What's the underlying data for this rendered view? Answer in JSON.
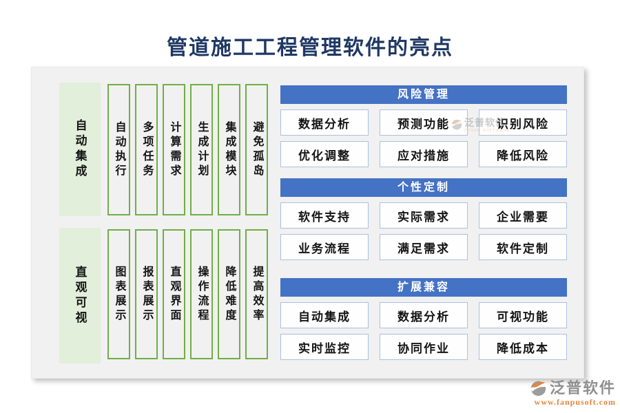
{
  "title": "管道施工工程管理软件的亮点",
  "left_groups": [
    {
      "label": "自动集成",
      "items": [
        "自动执行",
        "多项任务",
        "计算需求",
        "生成计划",
        "集成模块",
        "避免孤岛"
      ]
    },
    {
      "label": "直观可视",
      "items": [
        "图表展示",
        "报表展示",
        "直观界面",
        "操作流程",
        "降低难度",
        "提高效率"
      ]
    }
  ],
  "right_sections": [
    {
      "title": "风险管理",
      "items": [
        "数据分析",
        "预测功能",
        "识别风险",
        "优化调整",
        "应对措施",
        "降低风险"
      ]
    },
    {
      "title": "个性定制",
      "items": [
        "软件支持",
        "实际需求",
        "企业需要",
        "业务流程",
        "满足需求",
        "软件定制"
      ]
    },
    {
      "title": "扩展兼容",
      "items": [
        "自动集成",
        "数据分析",
        "可视功能",
        "实时监控",
        "协同作业",
        "降低成本"
      ]
    }
  ],
  "watermark": {
    "brand": "泛普软件",
    "subtitle": "FANPU SOFTWARE"
  },
  "footer": {
    "brand": "泛普软件",
    "url": "www.fanpusoft.com"
  },
  "colors": {
    "title": "#1f3864",
    "section_header_bg": "#4472c4",
    "button_border": "#a9c0e2",
    "green_fill": "#e2efda",
    "green_border": "#6fae46",
    "brand_gray": "#8f8f8f",
    "brand_orange": "#e8833a"
  }
}
